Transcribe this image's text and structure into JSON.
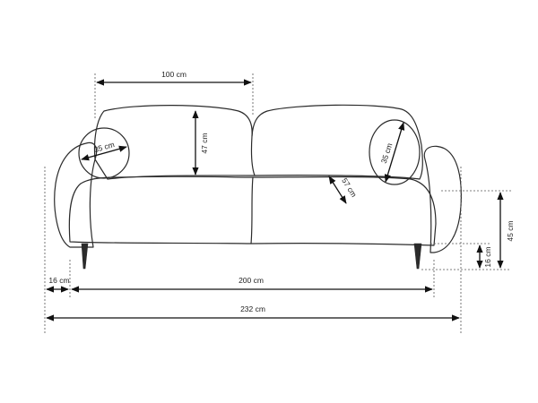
{
  "dimensions": {
    "cushion_width": "100 cm",
    "backrest_height": "47 cm",
    "pillow_left": "35 cm",
    "pillow_right": "35 cm",
    "seat_depth": "57 cm",
    "total_height": "45 cm",
    "leg_height": "16 cm",
    "arm_width": "16 cm",
    "inner_width": "200 cm",
    "total_width": "232 cm"
  },
  "colors": {
    "line": "#2b2b2b",
    "arrow": "#111111",
    "background": "#ffffff"
  }
}
